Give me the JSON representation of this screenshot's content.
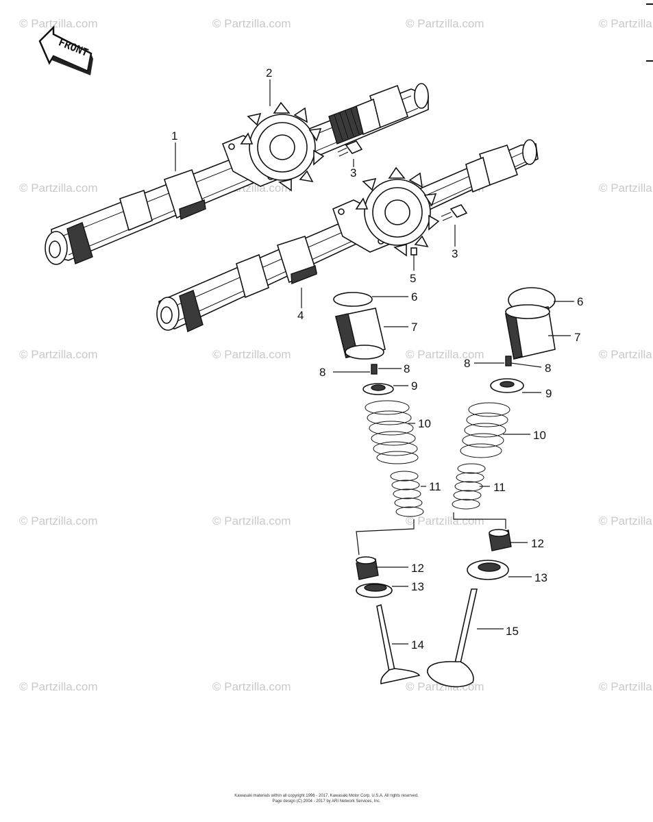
{
  "watermark": "© Partzilla.com",
  "front_arrow": {
    "label": "FRONT"
  },
  "callouts": {
    "c1": "1",
    "c2": "2",
    "c3a": "3",
    "c3b": "3",
    "c4": "4",
    "c5": "5",
    "c6a": "6",
    "c6b": "6",
    "c7a": "7",
    "c7b": "7",
    "c8a": "8",
    "c8b": "8",
    "c8c": "8",
    "c8d": "8",
    "c9a": "9",
    "c9b": "9",
    "c10a": "10",
    "c10b": "10",
    "c11a": "11",
    "c11b": "11",
    "c12a": "12",
    "c12b": "12",
    "c13a": "13",
    "c13b": "13",
    "c14": "14",
    "c15": "15"
  },
  "copyright": {
    "line1": "Kawasaki materials within all copyright 1996 - 2017, Kawasaki Motor Corp. U.S.A.  All rights reserved.",
    "line2": "Page design (C) 2004 - 2017 by ARI Network Services, Inc."
  }
}
